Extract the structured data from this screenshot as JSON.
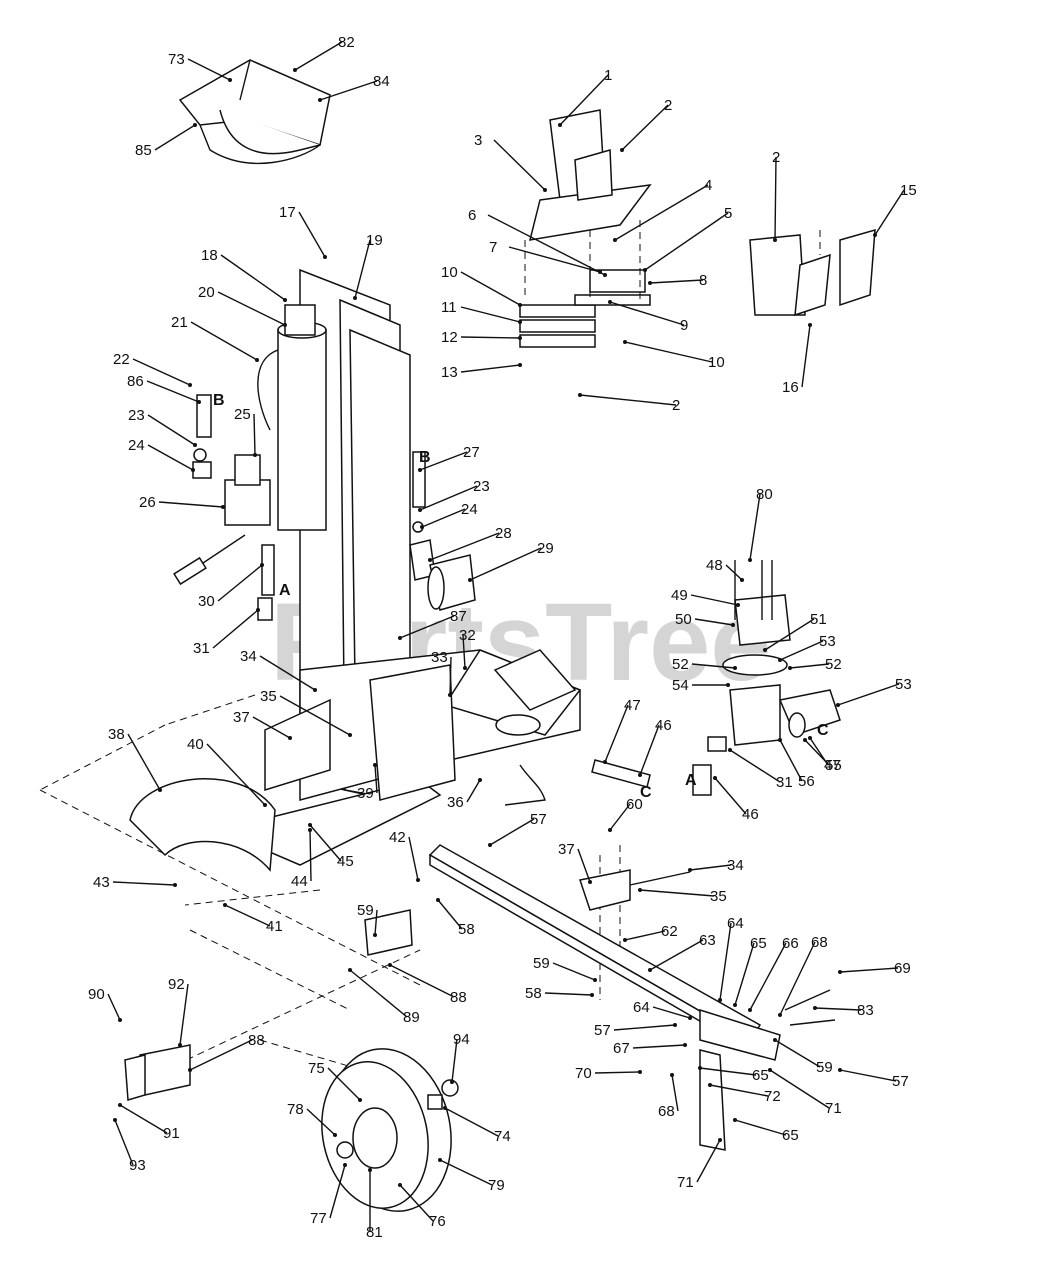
{
  "watermark": "PartsTree",
  "letters": [
    "B",
    "B",
    "A",
    "A",
    "C",
    "C"
  ],
  "callouts": [
    "1",
    "2",
    "3",
    "4",
    "5",
    "2",
    "6",
    "7",
    "8",
    "9",
    "10",
    "11",
    "12",
    "10",
    "13",
    "2",
    "15",
    "16",
    "17",
    "19",
    "18",
    "20",
    "21",
    "22",
    "86",
    "23",
    "24",
    "25",
    "26",
    "27",
    "23",
    "24",
    "28",
    "29",
    "30",
    "31",
    "87",
    "32",
    "33",
    "34",
    "35",
    "37",
    "38",
    "40",
    "39",
    "36",
    "45",
    "44",
    "43",
    "41",
    "42",
    "58",
    "59",
    "88",
    "89",
    "90",
    "92",
    "88",
    "91",
    "93",
    "94",
    "74",
    "75",
    "78",
    "79",
    "76",
    "77",
    "81",
    "80",
    "48",
    "49",
    "50",
    "51",
    "53",
    "52",
    "52",
    "54",
    "53",
    "47",
    "46",
    "55",
    "56",
    "31",
    "46",
    "47",
    "57",
    "60",
    "37",
    "34",
    "35",
    "62",
    "63",
    "64",
    "65",
    "66",
    "68",
    "69",
    "59",
    "58",
    "57",
    "64",
    "67",
    "70",
    "68",
    "65",
    "59",
    "57",
    "71",
    "72",
    "65",
    "71",
    "73",
    "82",
    "84",
    "85",
    "83",
    "70"
  ]
}
